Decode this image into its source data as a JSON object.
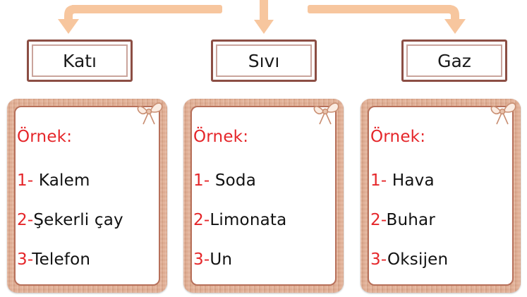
{
  "boxes": [
    {
      "title": "Katı",
      "heading": "Örnek:",
      "items": [
        {
          "num": "1- ",
          "text": "Kalem"
        },
        {
          "num": "2-",
          "text": "Şekerli çay"
        },
        {
          "num": "3-",
          "text": "Telefon"
        }
      ]
    },
    {
      "title": "Sıvı",
      "heading": "Örnek:",
      "items": [
        {
          "num": "1- ",
          "text": "Soda"
        },
        {
          "num": "2-",
          "text": "Limonata"
        },
        {
          "num": "3-",
          "text": "Un"
        }
      ]
    },
    {
      "title": "Gaz",
      "heading": "Örnek:",
      "items": [
        {
          "num": "1- ",
          "text": "Hava"
        },
        {
          "num": "2-",
          "text": "Buhar"
        },
        {
          "num": "3-",
          "text": "Oksijen"
        }
      ]
    }
  ],
  "colors": {
    "arrow": "#f7c69e",
    "accent_red": "#e5262a",
    "card_frame": "#dfa98d",
    "title_border": "#8c4e44"
  }
}
